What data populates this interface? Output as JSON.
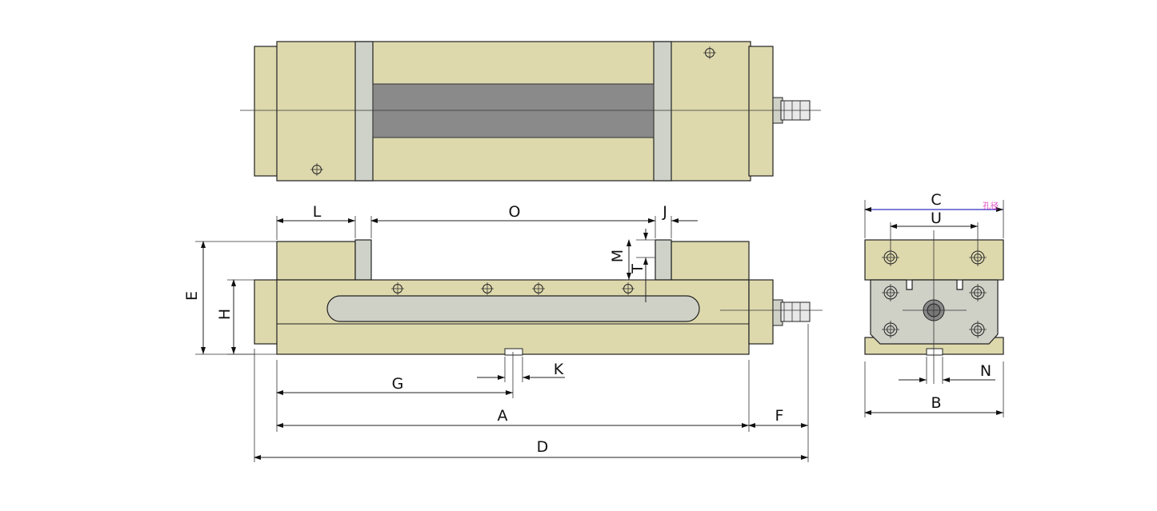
{
  "dimensions": {
    "L": "L",
    "O": "O",
    "J": "J",
    "M": "M",
    "T": "T",
    "E": "E",
    "H": "H",
    "K": "K",
    "G": "G",
    "A": "A",
    "F": "F",
    "D": "D",
    "C": "C",
    "U": "U",
    "N": "N",
    "B": "B"
  },
  "annotation": "孔径",
  "colors": {
    "body": "#ded9ad",
    "jaw": "#cfd2c8",
    "screw": "#8a8a8a"
  }
}
